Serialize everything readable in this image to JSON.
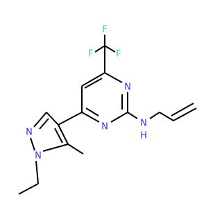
{
  "molecule": {
    "atoms": {
      "f1": "F",
      "f2": "F",
      "f3": "F",
      "n_ring_upper": "N",
      "n_ring_lower": "N",
      "n_amine": "N",
      "h_amine": "H",
      "n_pyrazole_2": "N",
      "n_pyrazole_1": "N"
    },
    "colors": {
      "bond": "#000000",
      "nitrogen": "#3333ff",
      "fluorine": "#33cccc",
      "hydrogen": "#3333ff"
    }
  }
}
